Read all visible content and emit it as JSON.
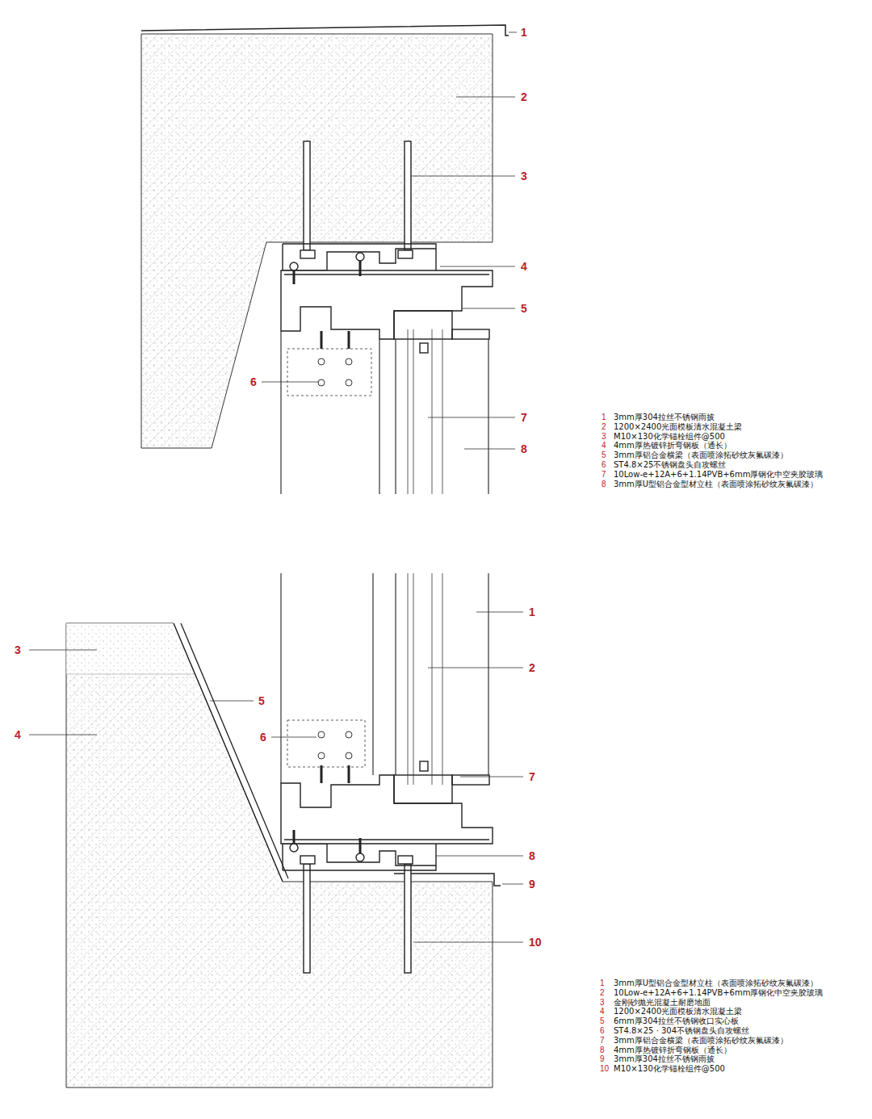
{
  "diagram": {
    "labels": [
      "1",
      "2",
      "3",
      "4",
      "5",
      "6",
      "7",
      "8",
      "1",
      "3mm厚304拉丝不锈钢雨披",
      "2",
      "1200×2400光面模板清水混凝土梁",
      "3",
      "M10×130化学锚栓组件@500",
      "4",
      "4mm厚热镀锌折弯钢板（通长）",
      "5",
      "3mm厚铝合金横梁（表面喷涂拓砂纹灰氟碳漆）",
      "6",
      "ST4.8×25不锈钢盘头自攻螺丝",
      "7",
      "10Low-e+12A+6+1.14PVB+6mm厚钢化中空夹胶玻璃",
      "8",
      "3mm厚U型铝合金型材立柱（表面喷涂拓砂纹灰氟碳漆）",
      "1",
      "2",
      "3",
      "4",
      "5",
      "6",
      "7",
      "8",
      "9",
      "10",
      "1",
      "3mm厚U型铝合金型材立柱（表面喷涂拓砂纹灰氟碳漆）",
      "2",
      "10Low-e+12A+6+1.14PVB+6mm厚钢化中空夹胶玻璃",
      "3",
      "金刚砂抛光混凝土耐磨地面",
      "4",
      "1200×2400光面模板清水混凝土梁",
      "5",
      "6mm厚304拉丝不锈钢收口实心板",
      "6",
      "ST4.8×25 · 304不锈钢盘头自攻螺丝",
      "7",
      "3mm厚铝合金横梁（表面喷涂拓砂纹灰氟碳漆）",
      "8",
      "4mm厚热镀锌折弯钢板（通长）",
      "9",
      "3mm厚304拉丝不锈钢雨披",
      "10",
      "M10×130化学锚栓组件@500"
    ]
  }
}
